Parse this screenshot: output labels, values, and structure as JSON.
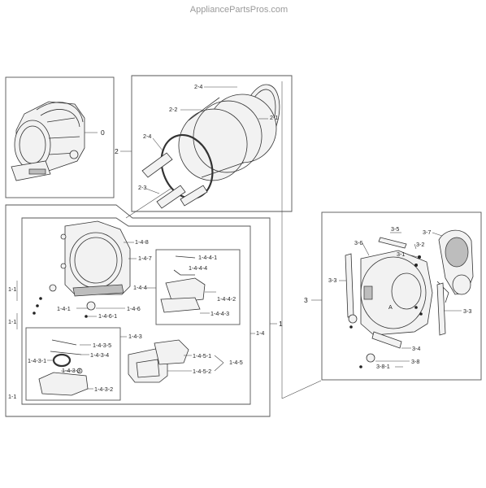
{
  "watermark": "AppliancePartsPros.com",
  "labels": {
    "l0": "0",
    "l2": "2",
    "l2_1": "2-1",
    "l2_2": "2-2",
    "l2_3": "2-3",
    "l2_4a": "2-4",
    "l2_4b": "2-4",
    "l1": "1",
    "l1_1a": "1-1",
    "l1_1b": "1-1",
    "l1_1c": "1-1",
    "l1_4": "1-4",
    "l1_4_3": "1-4-3",
    "l1_4_3_1": "1-4-3-1",
    "l1_4_3_2": "1-4-3-2",
    "l1_4_3_3": "1-4-3-3",
    "l1_4_3_4": "1-4-3-4",
    "l1_4_3_5": "1-4-3-5",
    "l1_4_4": "1-4-4",
    "l1_4_4_1": "1-4-4-1",
    "l1_4_4_2": "1-4-4-2",
    "l1_4_4_3": "1-4-4-3",
    "l1_4_4_4": "1-4-4-4",
    "l1_4_5": "1-4-5",
    "l1_4_5_1": "1-4-5-1",
    "l1_4_5_2": "1-4-5-2",
    "l1_4_6": "1-4-6",
    "l1_4_6_1": "1-4-6-1",
    "l1_4_7": "1-4-7",
    "l1_4_8": "1-4-8",
    "l1_4_1": "1-4-1",
    "l3": "3",
    "l3_1": "3-1",
    "l3_2": "3-2",
    "l3_3a": "3-3",
    "l3_3b": "3-3",
    "l3_4": "3-4",
    "l3_5": "3-5",
    "l3_6": "3-6",
    "l3_7": "3-7",
    "l3_8": "3-8",
    "l3_8_1": "3-8-1"
  }
}
